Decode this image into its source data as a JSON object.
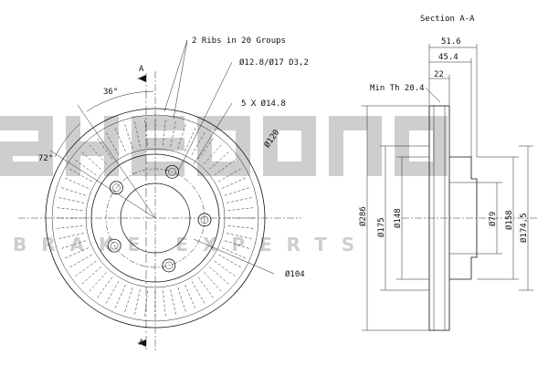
{
  "section_title": "Section A-A",
  "section_marker": "A",
  "brand": {
    "logo": "akebono",
    "tagline": "BRAKE EXPERTS"
  },
  "front_view": {
    "ribs_note": "2 Ribs in 20 Groups",
    "hole_note": "Ø12.8/Ø17 D3,2",
    "bolt_note": "5 X Ø14.8",
    "pcd_label": "Ø120",
    "center_bore_label": "Ø104",
    "angle_36": "36°",
    "angle_72": "72°"
  },
  "section_view": {
    "min_thickness": "Min Th 20.4",
    "dim_overall_width": "51.6",
    "dim_hat_width": "45.4",
    "dim_disc_thickness": "22",
    "dim_outer_dia": "Ø286",
    "dim_175": "Ø175",
    "dim_148": "Ø148",
    "dim_79": "Ø79",
    "dim_158": "Ø158",
    "dim_174_5": "Ø174,5"
  }
}
